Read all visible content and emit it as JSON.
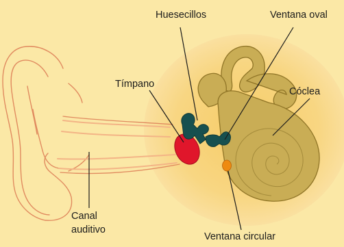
{
  "labels": {
    "ossicles": "Huesecillos",
    "oval_window": "Ventana oval",
    "eardrum": "Tímpano",
    "cochlea": "Cóclea",
    "ear_canal_line1": "Canal",
    "ear_canal_line2": "auditivo",
    "round_window": "Ventana circular"
  },
  "colors": {
    "background": "#fbe8a6",
    "glow": "#f9d987",
    "glow_core": "#f7cf6d",
    "outer_ear_outline": "#e08a5f",
    "ear_canal": "#f3b486",
    "cochlea_fill": "#c9ad55",
    "cochlea_stroke": "#8f7426",
    "eardrum": "#e0162b",
    "ossicles": "#17504f",
    "round_window": "#ee8a10",
    "leader_lines": "#1a1a1a"
  }
}
